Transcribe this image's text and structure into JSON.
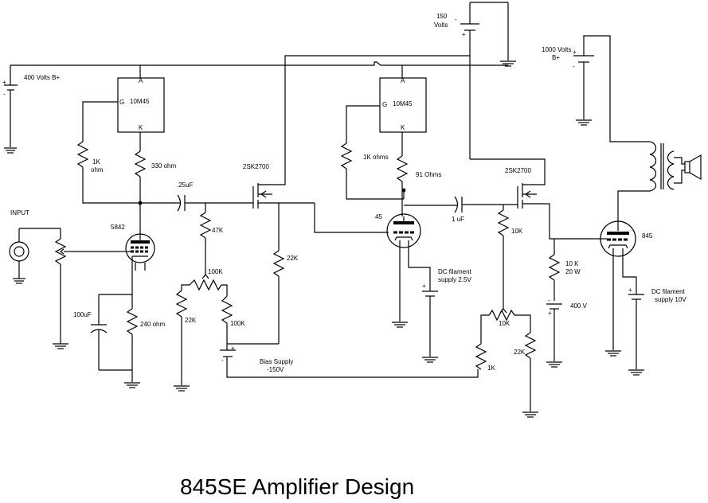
{
  "title": "845SE Amplifier Design",
  "supplies": {
    "b400": "400 Volts B+",
    "v150_a": "150",
    "v150_b": "Volts",
    "b1000_a": "1000 Volts",
    "b1000_b": "B+",
    "bias_a": "Bias Supply",
    "bias_b": "-150V",
    "fil2_a": "DC filament",
    "fil2_b": "supply 2.5V",
    "fil10_a": "DC filament",
    "fil10_b": "supply 10V",
    "v400": "400 V"
  },
  "input_label": "INPUT",
  "ccs1": {
    "name": "10M45",
    "a": "A",
    "g": "G",
    "k": "K"
  },
  "ccs2": {
    "name": "10M45",
    "a": "A",
    "g": "G",
    "k": "K"
  },
  "tubes": {
    "t5842": "5842",
    "t45": "45",
    "t845": "845"
  },
  "mosfets": {
    "m1": "2SK2700",
    "m2": "2SK2700"
  },
  "components": {
    "r1k_a": "1K",
    "r1k_b": "ohm",
    "r330": "330 ohm",
    "c25": ".25uF",
    "r47k": "47K",
    "p100k": "100K",
    "r22k_a": "22K",
    "r100k": "100K",
    "r22k_b": "22K",
    "c100": "100uF",
    "r240": "240 ohm",
    "r1kohms": "1K ohms",
    "r91": "91 Ohms",
    "c1": "1 uF",
    "r10k": "10K",
    "p10k": "10K",
    "r22k_c": "22K",
    "r1k_c": "1K",
    "r10k20w_a": "10 K",
    "r10k20w_b": "20 W"
  },
  "battery_marks": {
    "plus": "+",
    "minus": "-"
  }
}
